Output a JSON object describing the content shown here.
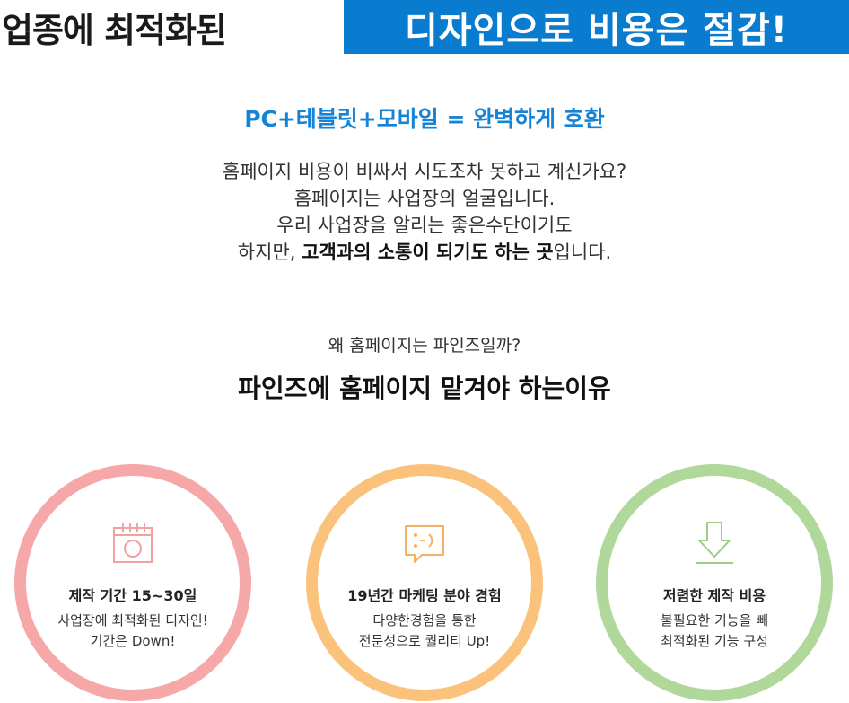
{
  "headline": {
    "dark_text": "업종에 최적화된",
    "blue_text": "디자인으로 비용은 절감!"
  },
  "subtitle": "PC+테블릿+모바일 = 완벽하게 호환",
  "intro": {
    "line1": "홈페이지 비용이 비싸서 시도조차 못하고 계신가요?",
    "line2": "홈페이지는 사업장의 얼굴입니다.",
    "line3": "우리 사업장을 알리는 좋은수단이기도",
    "line4_prefix": "하지만, ",
    "line4_bold": "고객과의 소통이 되기도 하는 곳",
    "line4_suffix": "입니다."
  },
  "why": {
    "question": "왜 홈페이지는 파인즈일까?",
    "heading": "파인즈에 홈페이지 맡겨야 하는이유"
  },
  "features": [
    {
      "icon": "calendar-icon",
      "title": "제작 기간 15~30일",
      "desc_line1": "사업장에 최적화된 디자인!",
      "desc_line2": "기간은 Down!",
      "color": "#f6a7a8"
    },
    {
      "icon": "chat-bubble-icon",
      "title": "19년간 마케팅 분야 경험",
      "desc_line1": "다양한경험을 통한",
      "desc_line2": "전문성으로 퀄리티 Up!",
      "color": "#fbc27c"
    },
    {
      "icon": "download-arrow-icon",
      "title": "저렴한 제작 비용",
      "desc_line1": "불필요한 기능을 빼",
      "desc_line2": "최적화된 기능 구성",
      "color": "#b0d89b"
    }
  ],
  "colors": {
    "brand_blue": "#0a7cd0",
    "subtitle_blue": "#1583d6"
  }
}
